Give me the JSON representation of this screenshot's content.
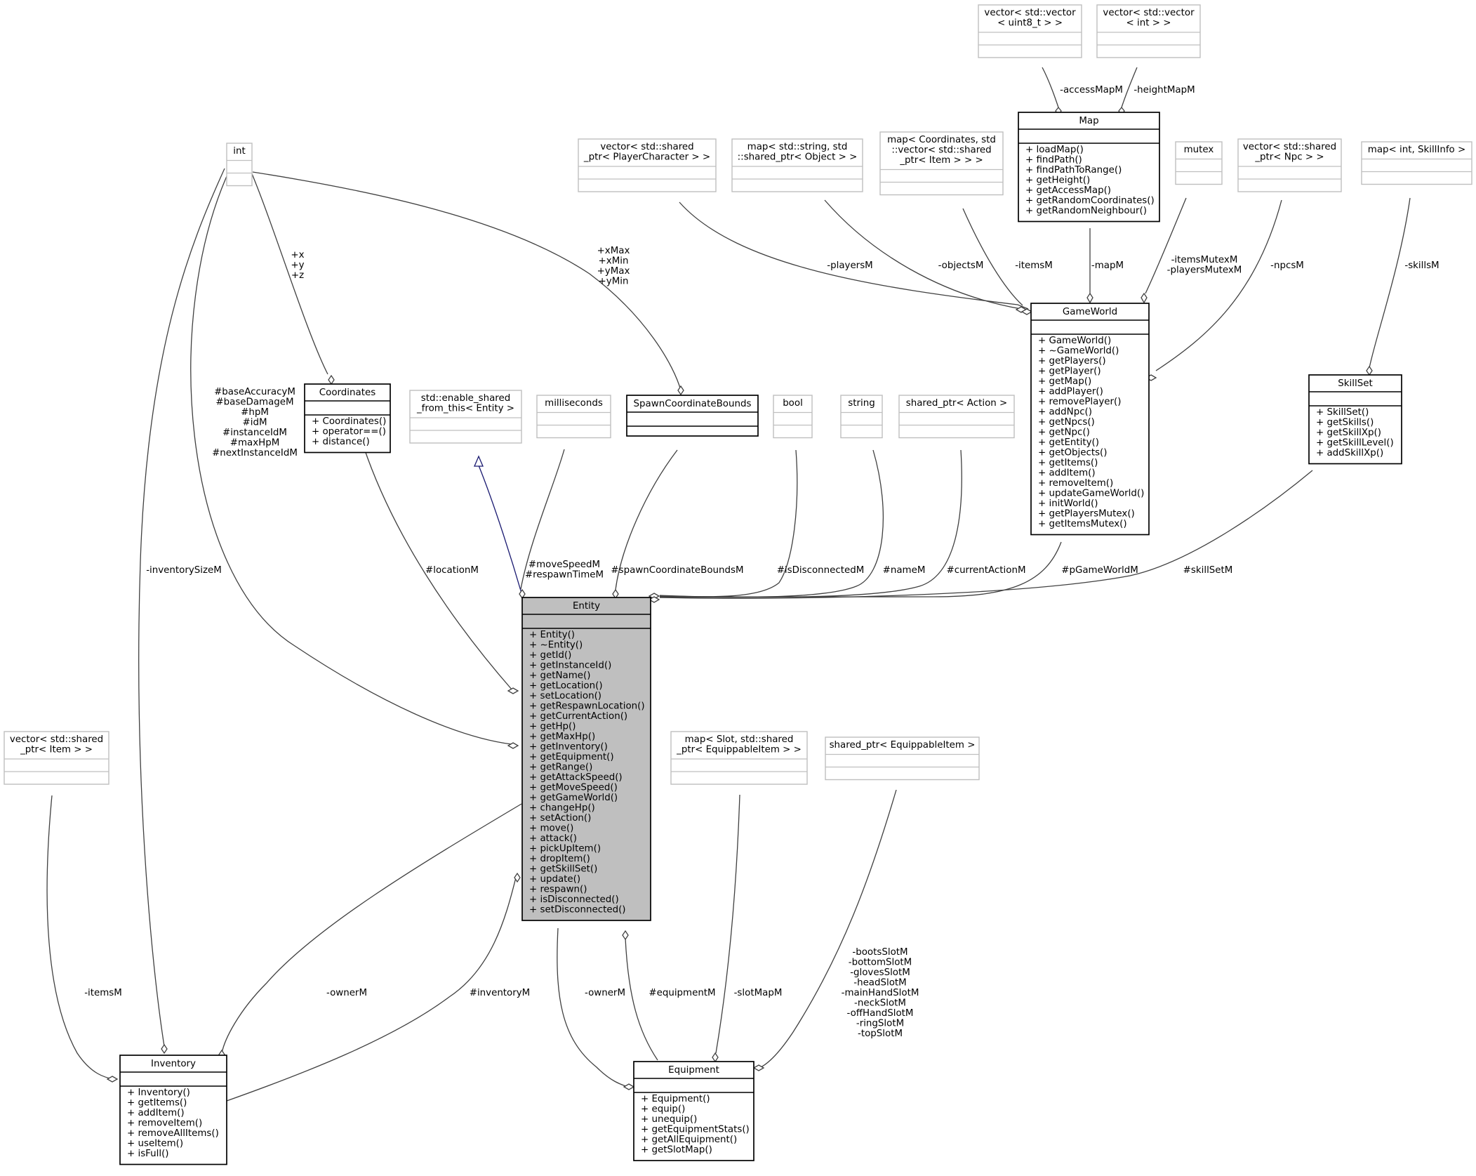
{
  "classes": {
    "entity": {
      "name": "Entity",
      "members": [
        "+ Entity()",
        "+ ~Entity()",
        "+ getId()",
        "+ getInstanceId()",
        "+ getName()",
        "+ getLocation()",
        "+ setLocation()",
        "+ getRespawnLocation()",
        "+ getCurrentAction()",
        "+ getHp()",
        "+ getMaxHp()",
        "+ getInventory()",
        "+ getEquipment()",
        "+ getRange()",
        "+ getAttackSpeed()",
        "+ getMoveSpeed()",
        "+ getGameWorld()",
        "+ changeHp()",
        "+ setAction()",
        "+ move()",
        "+ attack()",
        "+ pickUpItem()",
        "+ dropItem()",
        "+ getSkillSet()",
        "+ update()",
        "+ respawn()",
        "+ isDisconnected()",
        "+ setDisconnected()"
      ]
    },
    "gameworld": {
      "name": "GameWorld",
      "members": [
        "+ GameWorld()",
        "+ ~GameWorld()",
        "+ getPlayers()",
        "+ getPlayer()",
        "+ getMap()",
        "+ addPlayer()",
        "+ removePlayer()",
        "+ addNpc()",
        "+ getNpcs()",
        "+ getNpc()",
        "+ getEntity()",
        "+ getObjects()",
        "+ getItems()",
        "+ addItem()",
        "+ removeItem()",
        "+ updateGameWorld()",
        "+ initWorld()",
        "+ getPlayersMutex()",
        "+ getItemsMutex()"
      ]
    },
    "map": {
      "name": "Map",
      "members": [
        "+ loadMap()",
        "+ findPath()",
        "+ findPathToRange()",
        "+ getHeight()",
        "+ getAccessMap()",
        "+ getRandomCoordinates()",
        "+ getRandomNeighbour()"
      ]
    },
    "coordinates": {
      "name": "Coordinates",
      "members": [
        "+ Coordinates()",
        "+ operator==()",
        "+ distance()"
      ]
    },
    "skillset": {
      "name": "SkillSet",
      "members": [
        "+ SkillSet()",
        "+ getSkills()",
        "+ getSkillXp()",
        "+ getSkillLevel()",
        "+ addSkillXp()"
      ]
    },
    "inventory": {
      "name": "Inventory",
      "members": [
        "+ Inventory()",
        "+ getItems()",
        "+ addItem()",
        "+ removeItem()",
        "+ removeAllItems()",
        "+ useItem()",
        "+ isFull()"
      ]
    },
    "equipment": {
      "name": "Equipment",
      "members": [
        "+ Equipment()",
        "+ equip()",
        "+ unequip()",
        "+ getEquipmentStats()",
        "+ getAllEquipment()",
        "+ getSlotMap()"
      ]
    },
    "spawnbounds": {
      "name": "SpawnCoordinateBounds"
    }
  },
  "types": {
    "int": [
      "int"
    ],
    "enable_shared": [
      "std::enable_shared",
      "_from_this< Entity >"
    ],
    "milliseconds": [
      "milliseconds"
    ],
    "bool": [
      "bool"
    ],
    "string": [
      "string"
    ],
    "shared_action": [
      "shared_ptr< Action >"
    ],
    "vec_player": [
      "vector< std::shared",
      "_ptr< PlayerCharacter > >"
    ],
    "map_object": [
      "map< std::string, std",
      "::shared_ptr< Object > >"
    ],
    "map_item": [
      "map< Coordinates, std",
      "::vector< std::shared",
      "_ptr< Item > > >"
    ],
    "mutex": [
      "mutex"
    ],
    "vec_npc": [
      "vector< std::shared",
      "_ptr< Npc > >"
    ],
    "map_skill": [
      "map< int, SkillInfo >"
    ],
    "vec_uint8": [
      "vector< std::vector",
      "< uint8_t > >"
    ],
    "vec_int": [
      "vector< std::vector",
      "< int > >"
    ],
    "vec_item": [
      "vector< std::shared",
      "_ptr< Item > >"
    ],
    "map_slot": [
      "map< Slot, std::shared",
      "_ptr< EquippableItem > >"
    ],
    "shared_equip": [
      "shared_ptr< EquippableItem >"
    ]
  },
  "edge_labels": {
    "access_map": [
      "-accessMapM"
    ],
    "height_map": [
      "-heightMapM"
    ],
    "xyz": [
      "+x",
      "+y",
      "+z"
    ],
    "bounds_xy": [
      "+xMax",
      "+xMin",
      "+yMax",
      "+yMin"
    ],
    "players": [
      "-playersM"
    ],
    "objects": [
      "-objectsM"
    ],
    "items_gw": [
      "-itemsM"
    ],
    "map_m": [
      "-mapM"
    ],
    "mutexes": [
      "-itemsMutexM",
      "-playersMutexM"
    ],
    "npcs": [
      "-npcsM"
    ],
    "skills": [
      "-skillsM"
    ],
    "int_members": [
      "#baseAccuracyM",
      "#baseDamageM",
      "#hpM",
      "#idM",
      "#instanceIdM",
      "#maxHpM",
      "#nextInstanceIdM"
    ],
    "inventory_size": [
      "-inventorySizeM"
    ],
    "location": [
      "#locationM"
    ],
    "speed": [
      "#moveSpeedM",
      "#respawnTimeM"
    ],
    "spawn_bounds": [
      "#spawnCoordinateBoundsM"
    ],
    "disconnected": [
      "#isDisconnectedM"
    ],
    "name": [
      "#nameM"
    ],
    "current_action": [
      "#currentActionM"
    ],
    "game_world": [
      "#pGameWorldM"
    ],
    "skill_set": [
      "#skillSetM"
    ],
    "items_inv": [
      "-itemsM"
    ],
    "owner_inv": [
      "-ownerM"
    ],
    "inventory_m": [
      "#inventoryM"
    ],
    "owner_eq": [
      "-ownerM"
    ],
    "equipment_m": [
      "#equipmentM"
    ],
    "slot_map": [
      "-slotMapM"
    ],
    "slots": [
      "-bootsSlotM",
      "-bottomSlotM",
      "-glovesSlotM",
      "-headSlotM",
      "-mainHandSlotM",
      "-neckSlotM",
      "-offHandSlotM",
      "-ringSlotM",
      "-topSlotM"
    ]
  }
}
